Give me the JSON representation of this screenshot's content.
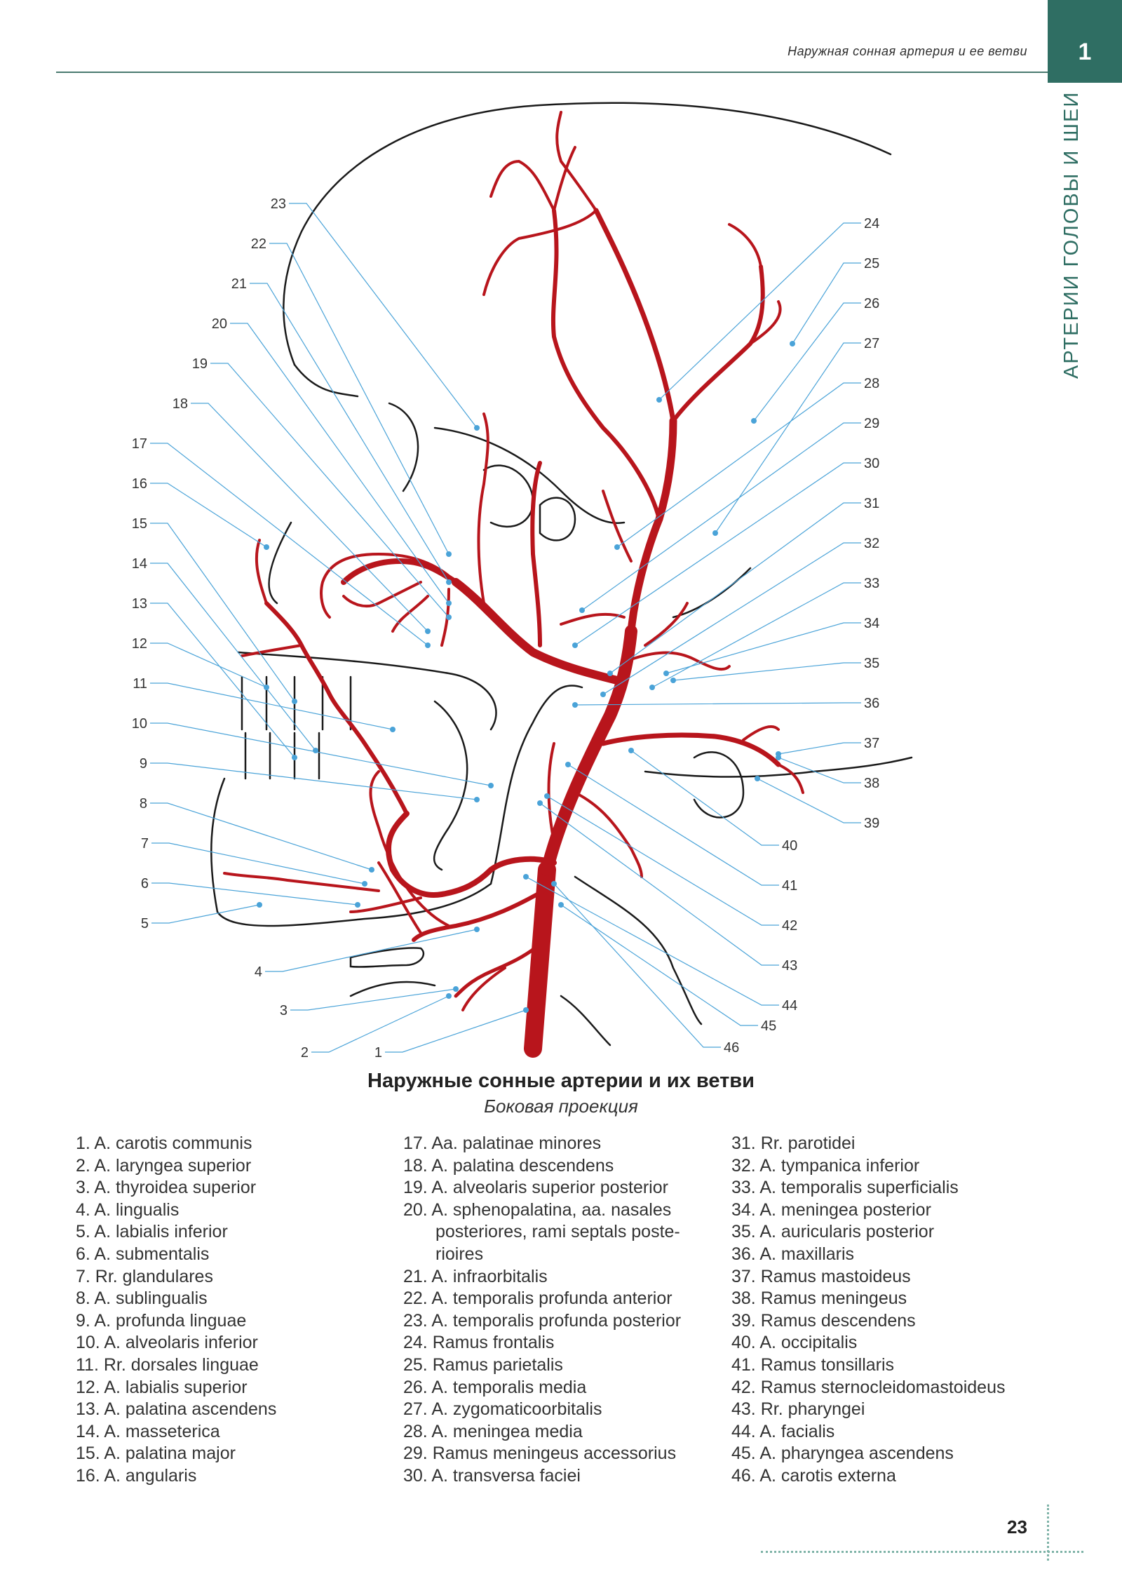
{
  "header": {
    "title": "Наружная сонная артерия и ее ветви",
    "chapter": "1"
  },
  "side_label": "АРТЕРИИ ГОЛОВЫ И ШЕИ",
  "figure": {
    "title": "Наружные сонные артерии и их ветви",
    "subtitle": "Боковая проекция"
  },
  "colors": {
    "artery": "#b8151c",
    "leader": "#4aa3d8",
    "outline": "#1a1a1a",
    "accent": "#2f6e63"
  },
  "left_labels": [
    "23",
    "22",
    "21",
    "20",
    "19",
    "18",
    "17",
    "16",
    "15",
    "14",
    "13",
    "12",
    "11",
    "10",
    "9",
    "8",
    "7",
    "6",
    "5",
    "4",
    "3",
    "2",
    "1"
  ],
  "right_labels": [
    "24",
    "25",
    "26",
    "27",
    "28",
    "29",
    "30",
    "31",
    "32",
    "33",
    "34",
    "35",
    "36",
    "37",
    "38",
    "39",
    "40",
    "41",
    "42",
    "43",
    "44",
    "45",
    "46"
  ],
  "legend": {
    "col1": [
      "1. A. carotis communis",
      "2. A. laryngea superior",
      "3. A. thyroidea superior",
      "4. A. lingualis",
      "5. A. labialis inferior",
      "6. A. submentalis",
      "7. Rr. glandulares",
      "8. A. sublingualis",
      "9. A. profunda linguae",
      "10. A. alveolaris inferior",
      "11. Rr. dorsales linguae",
      "12. A. labialis superior",
      "13. A. palatina ascendens",
      "14. A. masseterica",
      "15. A. palatina major",
      "16. A. angularis"
    ],
    "col2": [
      "17. Aa. palatinae minores",
      "18. A. palatina descendens",
      "19. A. alveolaris superior posterior",
      "20. A. sphenopalatina, aa. nasales",
      "posteriores, rami septals poste-",
      "rioires",
      "21. A. infraorbitalis",
      "22. A. temporalis profunda anterior",
      "23. A. temporalis profunda posterior",
      "24. Ramus frontalis",
      "25. Ramus parietalis",
      "26. A. temporalis media",
      "27. A. zygomaticoorbitalis",
      "28. A. meningea media",
      "29. Ramus meningeus accessorius",
      "30. A. transversa faciei"
    ],
    "col3": [
      "31. Rr. parotidei",
      "32. A. tympanica inferior",
      "33. A. temporalis superficialis",
      "34. A. meningea posterior",
      "35. A. auricularis posterior",
      "36. A. maxillaris",
      "37. Ramus mastoideus",
      "38. Ramus meningeus",
      "39. Ramus descendens",
      "40. A. occipitalis",
      "41. Ramus tonsillaris",
      "42. Ramus sternocleidomastoideus",
      "43. Rr. pharyngei",
      "44. A. facialis",
      "45. A. pharyngea ascendens",
      "46. A. carotis externa"
    ]
  },
  "page_number": "23"
}
